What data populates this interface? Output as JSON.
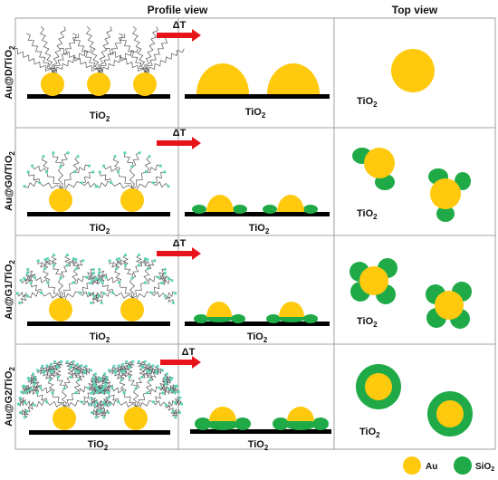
{
  "headers": {
    "profile": "Profile view",
    "top": "Top view"
  },
  "rows": [
    {
      "label": "Au@D/TiO",
      "label_sub": "2",
      "left_substrate": "TiO",
      "mid_substrate": "TiO",
      "top_substrate": "TiO",
      "sub": "2",
      "arrow": "ΔT"
    },
    {
      "label": "Au@G0/TiO",
      "label_sub": "2",
      "left_substrate": "TiO",
      "mid_substrate": "TiO",
      "top_substrate": "TiO",
      "sub": "2",
      "arrow": "ΔT"
    },
    {
      "label": "Au@G1/TiO",
      "label_sub": "2",
      "left_substrate": "TiO",
      "mid_substrate": "TiO",
      "top_substrate": "TiO",
      "sub": "2",
      "arrow": "ΔT"
    },
    {
      "label": "Au@G2/TiO",
      "label_sub": "2",
      "left_substrate": "TiO",
      "mid_substrate": "TiO",
      "top_substrate": "TiO",
      "sub": "2",
      "arrow": "ΔT"
    }
  ],
  "legend": {
    "au": "Au",
    "sio2": "SiO",
    "sio2_sub": "2"
  },
  "colors": {
    "au": "#FFC90E",
    "sio2": "#1FAA47",
    "arrow": "#E8141C",
    "chain": "#555555",
    "node": "#5FD3B8",
    "substrate": "#000000"
  }
}
